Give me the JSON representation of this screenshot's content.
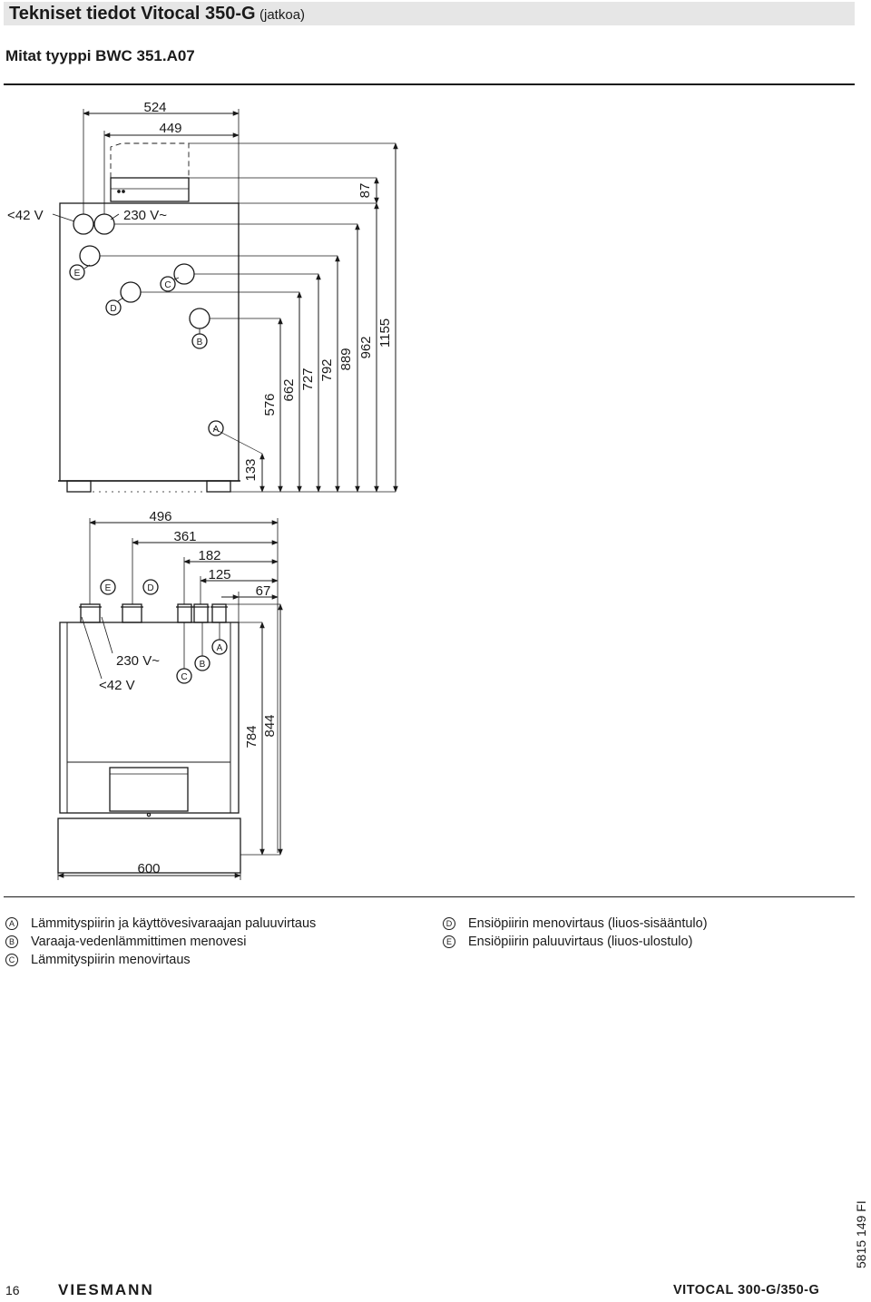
{
  "header": {
    "title": "Tekniset tiedot Vitocal 350-G",
    "title_suffix": "(jatkoa)",
    "subtitle": "Mitat tyyppi BWC 351.A07"
  },
  "top_view": {
    "widths": [
      "524",
      "449"
    ],
    "heights": [
      "87",
      "133",
      "576",
      "662",
      "727",
      "792",
      "889",
      "962",
      "1155"
    ],
    "labels": {
      "low_voltage": "<42 V",
      "mains": "230 V~",
      "A": "A",
      "B": "B",
      "C": "C",
      "D": "D",
      "E": "E"
    }
  },
  "front_view": {
    "widths": [
      "496",
      "361",
      "182",
      "125",
      "67"
    ],
    "bottom_width": "600",
    "heights": [
      "784",
      "844"
    ],
    "labels": {
      "low_voltage": "<42 V",
      "mains": "230 V~",
      "A": "A",
      "B": "B",
      "C": "C",
      "D": "D",
      "E": "E"
    }
  },
  "legend": {
    "left": [
      {
        "letter": "A",
        "text": "Lämmityspiirin ja käyttövesivaraajan paluuvirtaus"
      },
      {
        "letter": "B",
        "text": "Varaaja-vedenlämmittimen menovesi"
      },
      {
        "letter": "C",
        "text": "Lämmityspiirin menovirtaus"
      }
    ],
    "right": [
      {
        "letter": "D",
        "text": "Ensiöpiirin menovirtaus (liuos-sisääntulo)"
      },
      {
        "letter": "E",
        "text": "Ensiöpiirin paluuvirtaus (liuos-ulostulo)"
      }
    ]
  },
  "footer": {
    "page_number": "16",
    "brand": "VIESMANN",
    "product": "VITOCAL 300-G/350-G",
    "doc_code": "5815 149 FI"
  }
}
